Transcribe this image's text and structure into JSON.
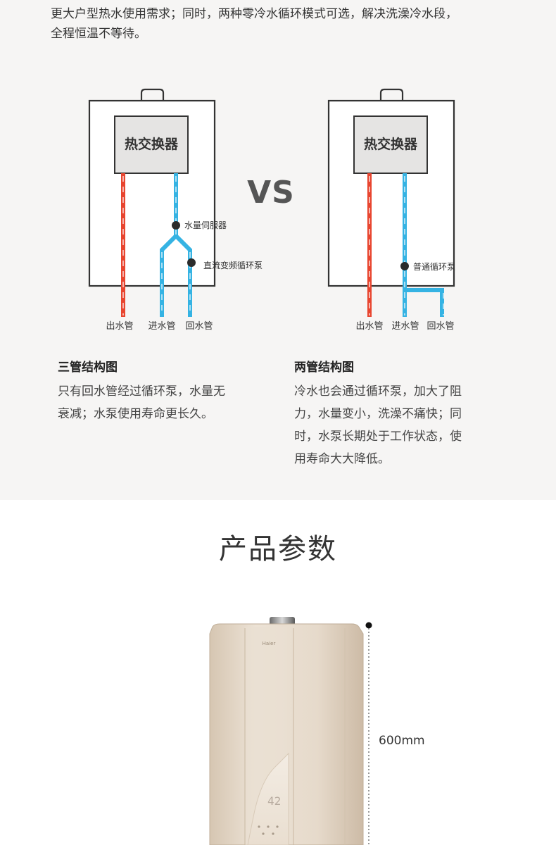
{
  "intro": {
    "line1": "更大户型热水使用需求；同时，两种零冷水循环模式可选，解决洗澡冷水段，",
    "line2": "全程恒温不等待。"
  },
  "comparison": {
    "vs_label": "VS",
    "left": {
      "heat_exchanger": "热交换器",
      "callout_servo": "水量伺服器",
      "callout_pump": "直流变频循环泵",
      "pipes": [
        "出水管",
        "进水管",
        "回水管"
      ],
      "caption_title": "三管结构图",
      "caption_lines": [
        "只有回水管经过循环泵，水量无",
        "衰减；水泵使用寿命更长久。"
      ]
    },
    "right": {
      "heat_exchanger": "热交换器",
      "callout_pump": "普通循环泵",
      "pipes": [
        "出水管",
        "进水管",
        "回水管"
      ],
      "caption_title": "两管结构图",
      "caption_lines": [
        "冷水也会通过循环泵，加大了阻",
        "力，水量变小，洗澡不痛快；同",
        "时，水泵长期处于工作状态，使",
        "用寿命大大降低。"
      ]
    },
    "colors": {
      "hot_pipe": "#e8452f",
      "cold_pipe": "#35b3e3",
      "outline": "#333333"
    }
  },
  "params": {
    "section_title": "产品参数",
    "height_label": "600mm",
    "brand_mark": "Haier",
    "display_digits": "42",
    "body_color": "#e5d8c7"
  }
}
